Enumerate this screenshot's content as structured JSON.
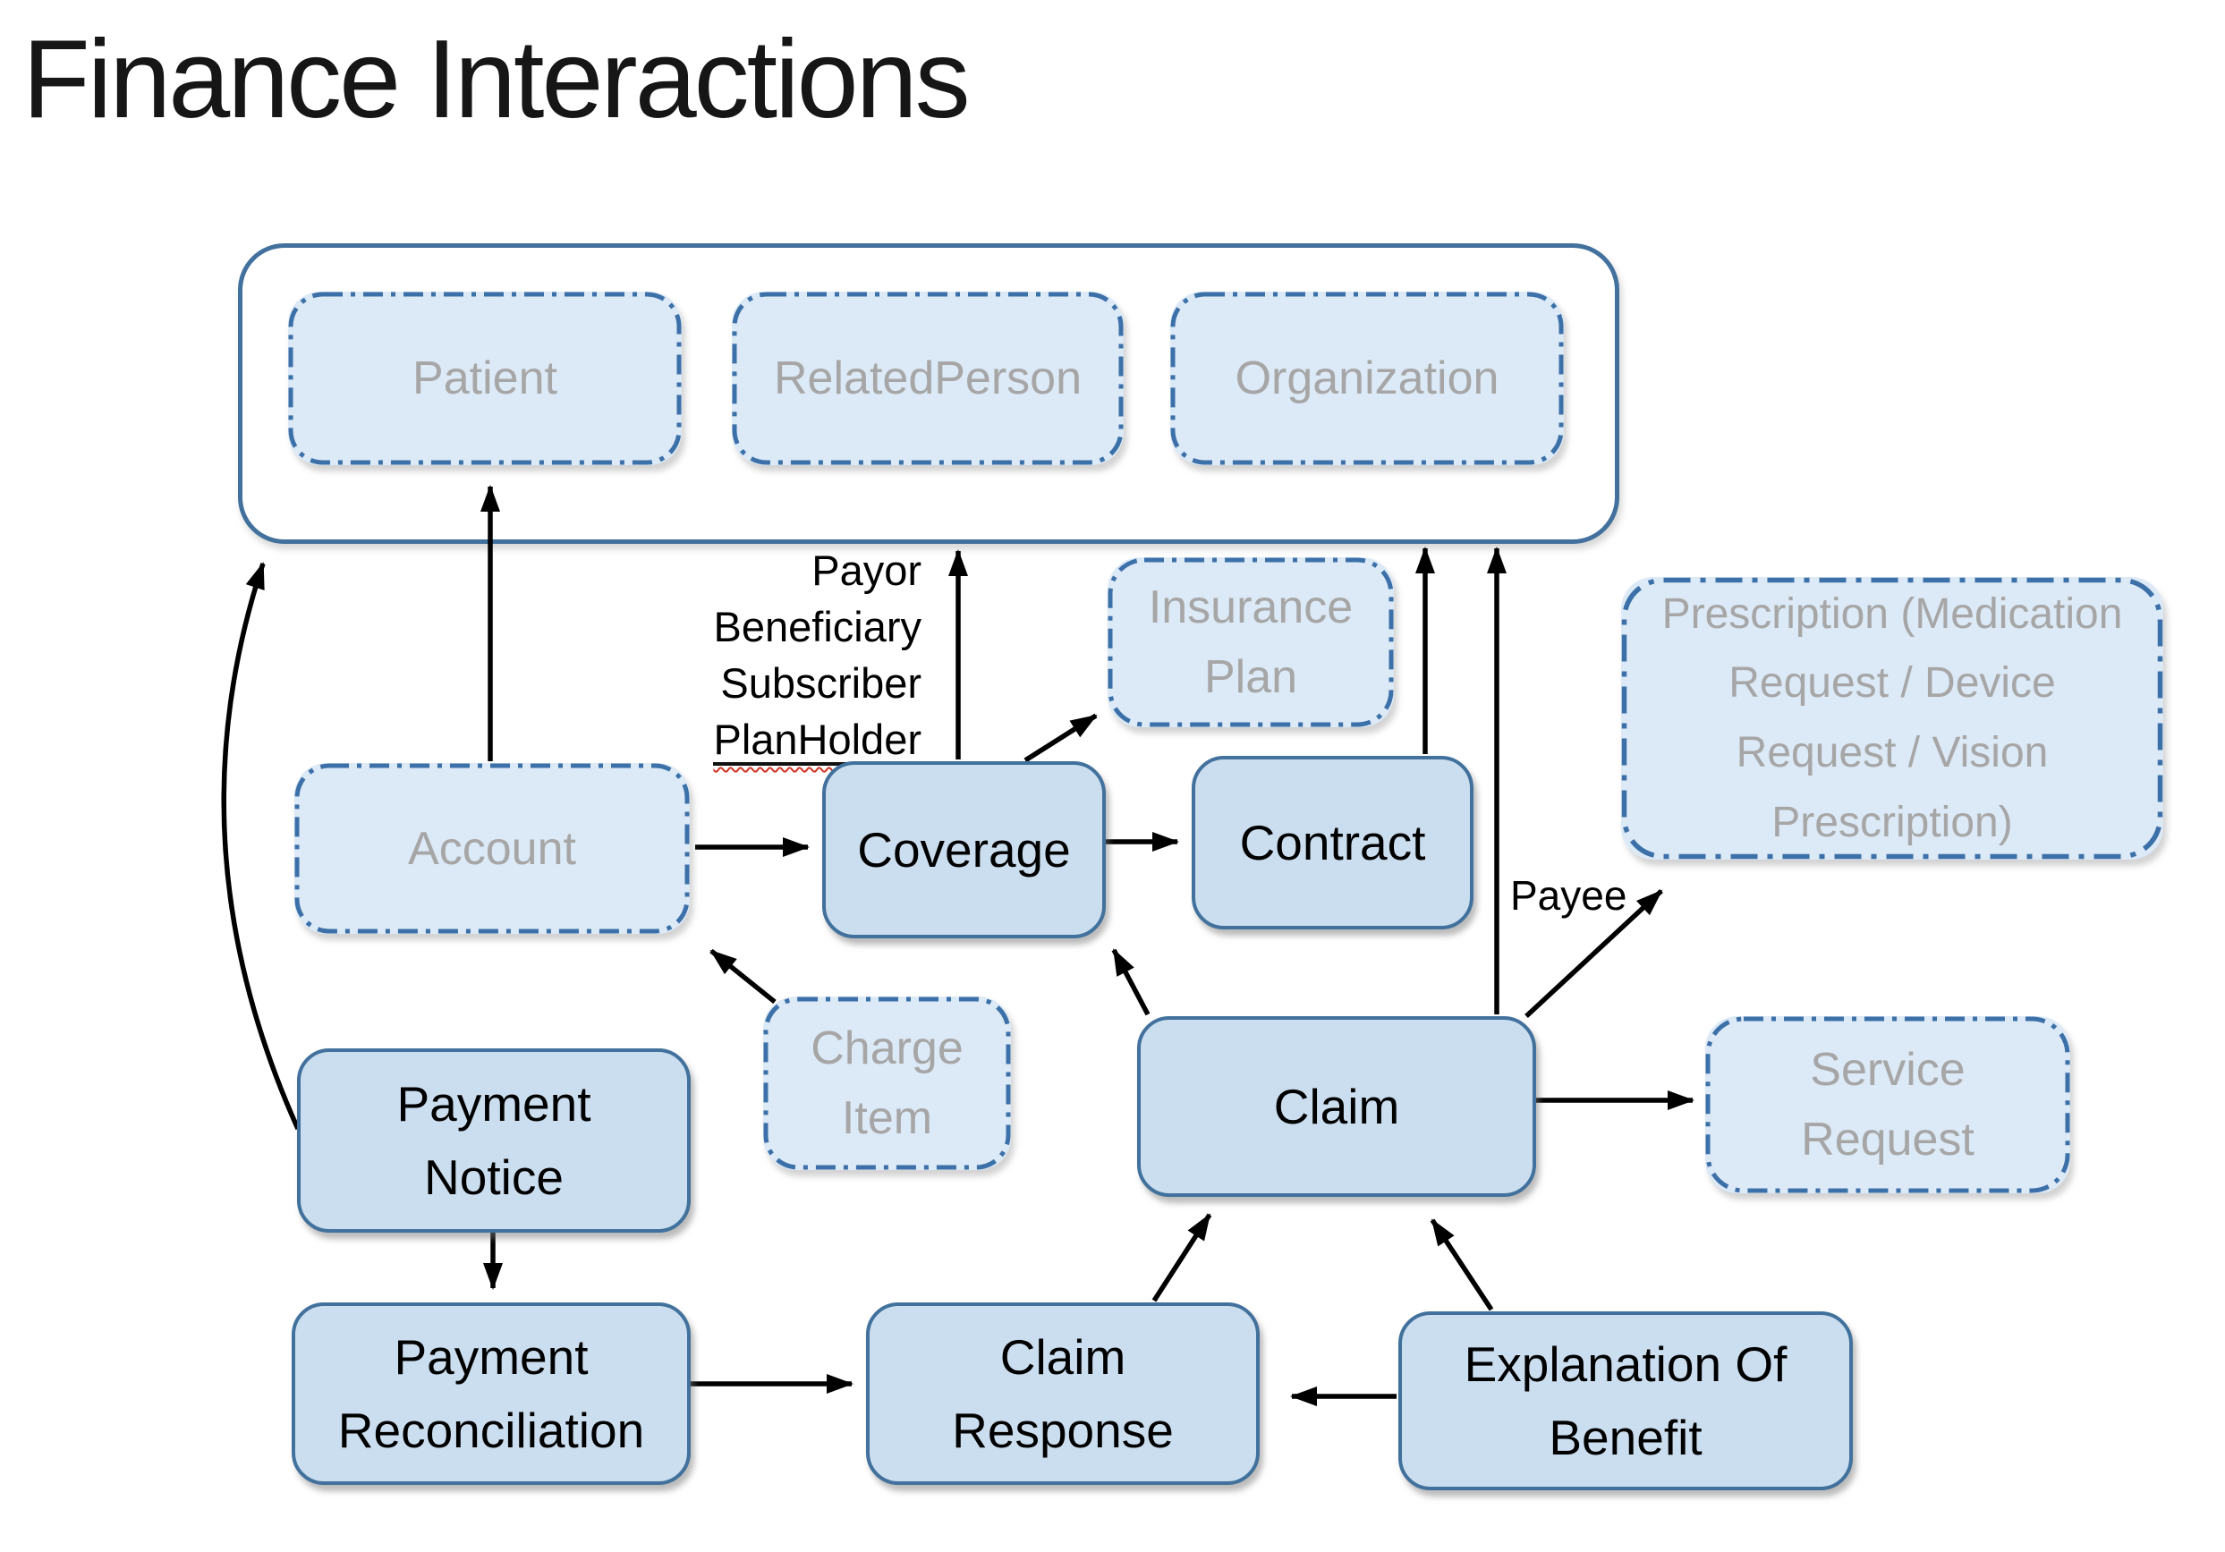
{
  "title": "Finance Interactions",
  "boxes": {
    "patient": {
      "label": "Patient",
      "style": "referenced-dashed"
    },
    "related_person": {
      "label": "RelatedPerson",
      "style": "referenced-dashed"
    },
    "organization": {
      "label": "Organization",
      "style": "referenced-dashed"
    },
    "account": {
      "label": "Account",
      "style": "referenced-dashed"
    },
    "coverage": {
      "label": "Coverage",
      "style": "primary-solid"
    },
    "contract": {
      "label": "Contract",
      "style": "primary-solid"
    },
    "insurance_plan": {
      "label": "Insurance Plan",
      "style": "referenced-dashed"
    },
    "prescription": {
      "label": "Prescription (Medication Request / Device Request / Vision Prescription)",
      "style": "referenced-dashed"
    },
    "charge_item": {
      "label": "Charge Item",
      "style": "referenced-dashed"
    },
    "payment_notice": {
      "label": "Payment Notice",
      "style": "primary-solid"
    },
    "claim": {
      "label": "Claim",
      "style": "primary-solid"
    },
    "service_request": {
      "label": "Service Request",
      "style": "referenced-dashed"
    },
    "payment_reconciliation": {
      "label": "Payment Reconciliation",
      "style": "primary-solid"
    },
    "claim_response": {
      "label": "Claim Response",
      "style": "primary-solid"
    },
    "explanation_of_benefit": {
      "label": "Explanation Of Benefit",
      "style": "primary-solid"
    }
  },
  "labels": {
    "coverage_roles": [
      "Payor",
      "Beneficiary",
      "Subscriber",
      "PlanHolder"
    ],
    "payee": "Payee"
  },
  "colors": {
    "solid_box_fill": "#cbdeef",
    "dashed_box_fill": "#dce9f6",
    "solid_box_border": "#41719c",
    "dashed_box_border": "#3c70a8",
    "container_border": "#41719c",
    "gray_text": "#a6a6a6",
    "arrow": "#000000",
    "spellcheck_underline": "#d03424"
  }
}
